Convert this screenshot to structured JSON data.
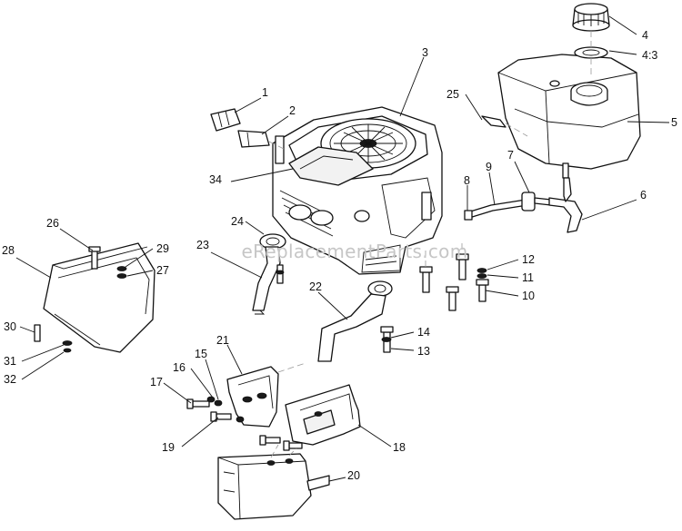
{
  "watermark": "eReplacementParts.com",
  "callouts": [
    {
      "id": "c1",
      "text": "1"
    },
    {
      "id": "c2",
      "text": "2"
    },
    {
      "id": "c3",
      "text": "3"
    },
    {
      "id": "c4",
      "text": "4"
    },
    {
      "id": "c4_3",
      "text": "4:3"
    },
    {
      "id": "c5",
      "text": "5"
    },
    {
      "id": "c6",
      "text": "6"
    },
    {
      "id": "c7",
      "text": "7"
    },
    {
      "id": "c8",
      "text": "8"
    },
    {
      "id": "c9",
      "text": "9"
    },
    {
      "id": "c10",
      "text": "10"
    },
    {
      "id": "c11",
      "text": "11"
    },
    {
      "id": "c12",
      "text": "12"
    },
    {
      "id": "c13",
      "text": "13"
    },
    {
      "id": "c14",
      "text": "14"
    },
    {
      "id": "c15",
      "text": "15"
    },
    {
      "id": "c16",
      "text": "16"
    },
    {
      "id": "c17",
      "text": "17"
    },
    {
      "id": "c18",
      "text": "18"
    },
    {
      "id": "c19",
      "text": "19"
    },
    {
      "id": "c20",
      "text": "20"
    },
    {
      "id": "c21",
      "text": "21"
    },
    {
      "id": "c22",
      "text": "22"
    },
    {
      "id": "c23",
      "text": "23"
    },
    {
      "id": "c24",
      "text": "24"
    },
    {
      "id": "c25",
      "text": "25"
    },
    {
      "id": "c26",
      "text": "26"
    },
    {
      "id": "c27",
      "text": "27"
    },
    {
      "id": "c28",
      "text": "28"
    },
    {
      "id": "c29",
      "text": "29"
    },
    {
      "id": "c30",
      "text": "30"
    },
    {
      "id": "c31",
      "text": "31"
    },
    {
      "id": "c32",
      "text": "32"
    },
    {
      "id": "c34",
      "text": "34"
    }
  ]
}
